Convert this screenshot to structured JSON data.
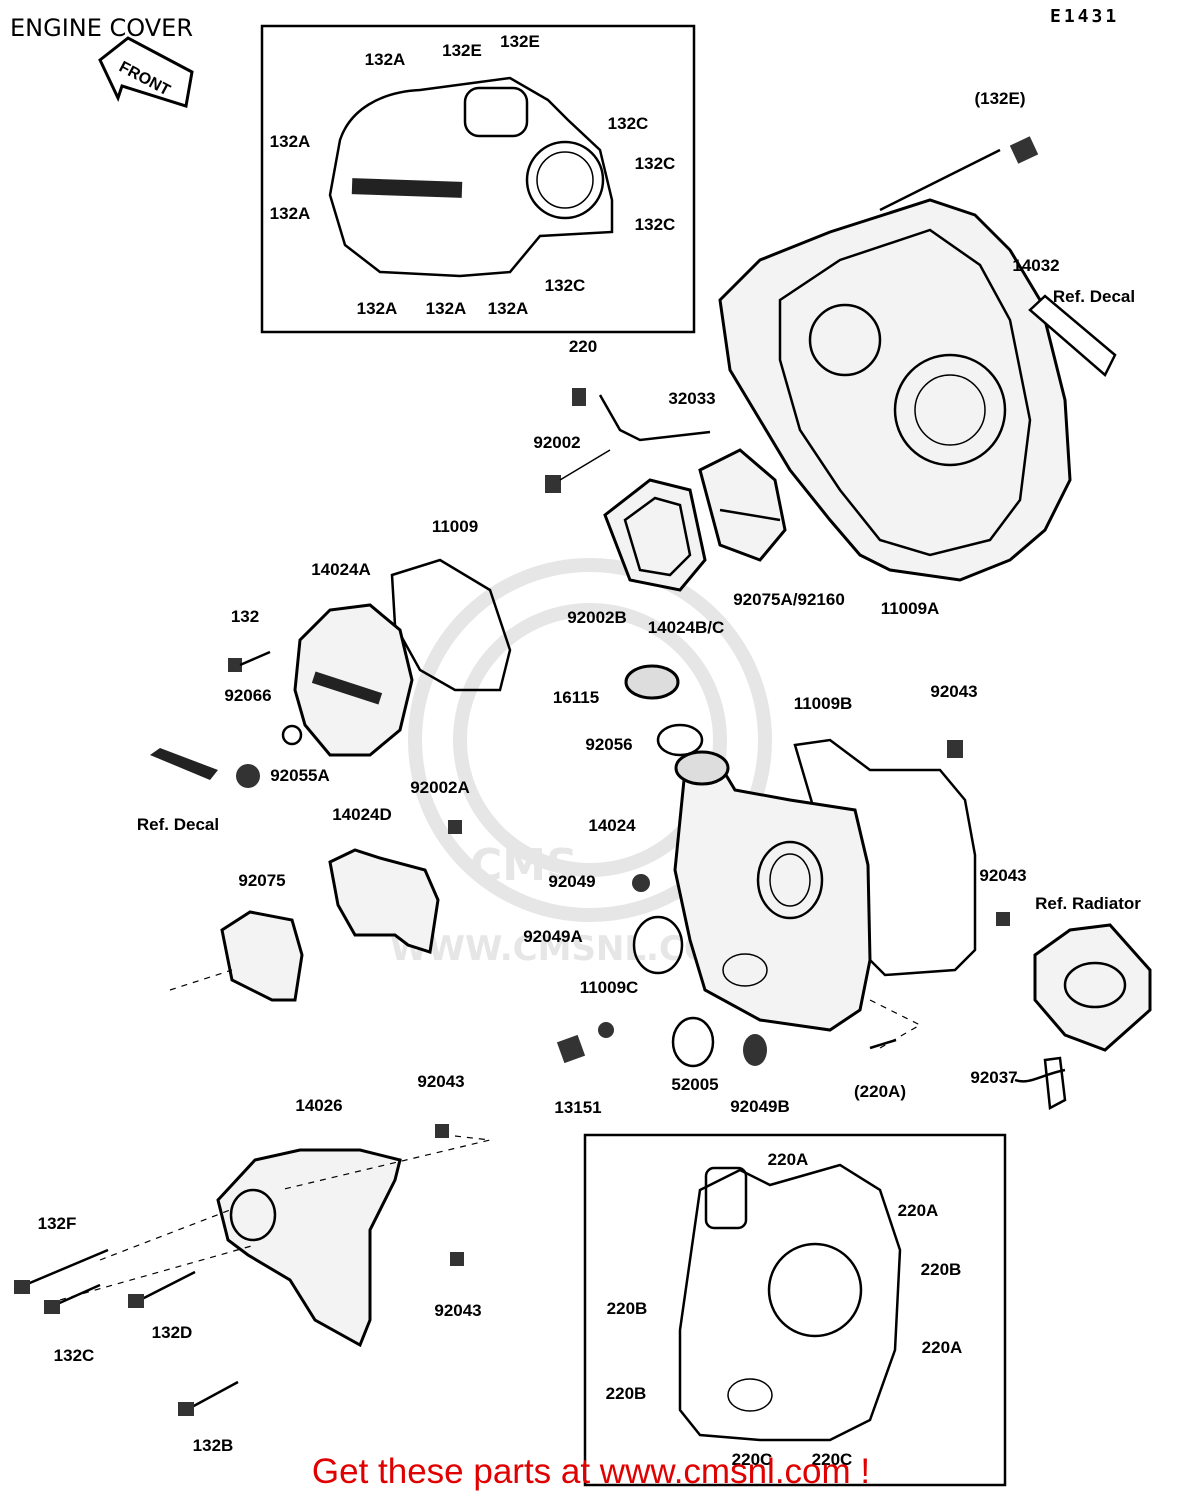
{
  "header": {
    "title": "ENGINE COVER",
    "diagram_code": "E1431",
    "front_arrow": "FRONT"
  },
  "labels": {
    "box1_132A_top": "132A",
    "box1_132E_1": "132E",
    "box1_132E_2": "132E",
    "box1_132C_1": "132C",
    "box1_132A_left1": "132A",
    "box1_132C_2": "132C",
    "box1_132A_left2": "132A",
    "box1_132C_3": "132C",
    "box1_132C_4": "132C",
    "box1_132A_b1": "132A",
    "box1_132A_b2": "132A",
    "box1_132A_b3": "132A",
    "p132E_paren": "(132E)",
    "p14032": "14032",
    "ref_decal_1": "Ref. Decal",
    "p220": "220",
    "p32033": "32033",
    "p92002": "92002",
    "p11009": "11009",
    "p14024A": "14024A",
    "p92075A_92160": "92075A/92160",
    "p11009A": "11009A",
    "p132": "132",
    "p92002B": "92002B",
    "p14024BC": "14024B/C",
    "p92066": "92066",
    "p16115": "16115",
    "p11009B": "11009B",
    "p92043_a": "92043",
    "p92056": "92056",
    "p92055A": "92055A",
    "ref_decal_2": "Ref. Decal",
    "p92002A": "92002A",
    "p14024D": "14024D",
    "p14024": "14024",
    "p92049": "92049",
    "p92043_b": "92043",
    "ref_radiator": "Ref. Radiator",
    "p92075": "92075",
    "p92049A": "92049A",
    "p11009C": "11009C",
    "p13151": "13151",
    "p52005": "52005",
    "p92049B": "92049B",
    "p220A_paren": "(220A)",
    "p92037": "92037",
    "p14026": "14026",
    "p92043_c": "92043",
    "p132F": "132F",
    "p132C": "132C",
    "p132D": "132D",
    "p92043_d": "92043",
    "p132B": "132B",
    "box2_220A_top": "220A",
    "box2_220A_r1": "220A",
    "box2_220B_r": "220B",
    "box2_220B_l1": "220B",
    "box2_220A_r2": "220A",
    "box2_220B_l2": "220B",
    "box2_220C_1": "220C",
    "box2_220C_2": "220C"
  },
  "footer": {
    "text": "Get these parts at www.cmsnl.com !"
  }
}
